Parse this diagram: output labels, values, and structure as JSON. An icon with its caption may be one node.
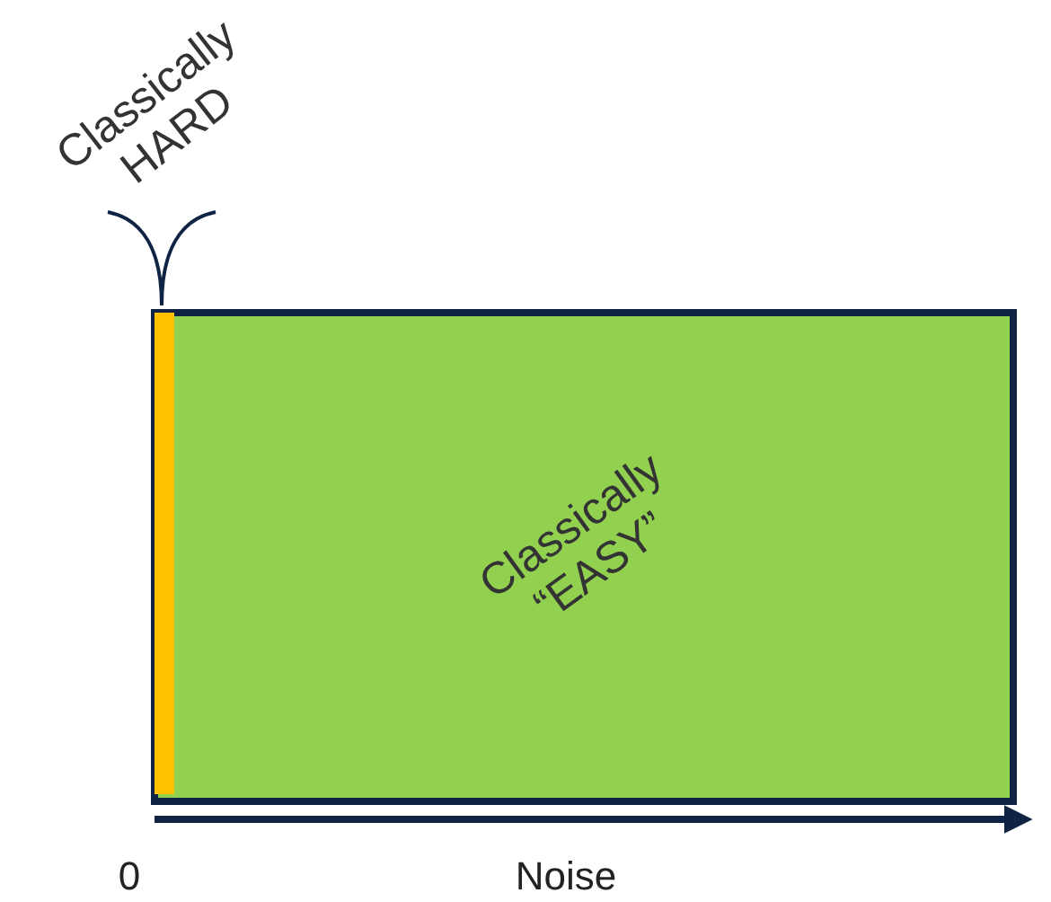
{
  "diagram": {
    "nodes": [
      {
        "text": [
          "Classically “EASY”"
        ]
      },
      {
        "text": [],
        "shape": "bar",
        "in": 0,
        "beside": [
          "Classically HARD"
        ]
      }
    ],
    "edges": [],
    "labels": [
      "0",
      "Noise"
    ]
  }
}
